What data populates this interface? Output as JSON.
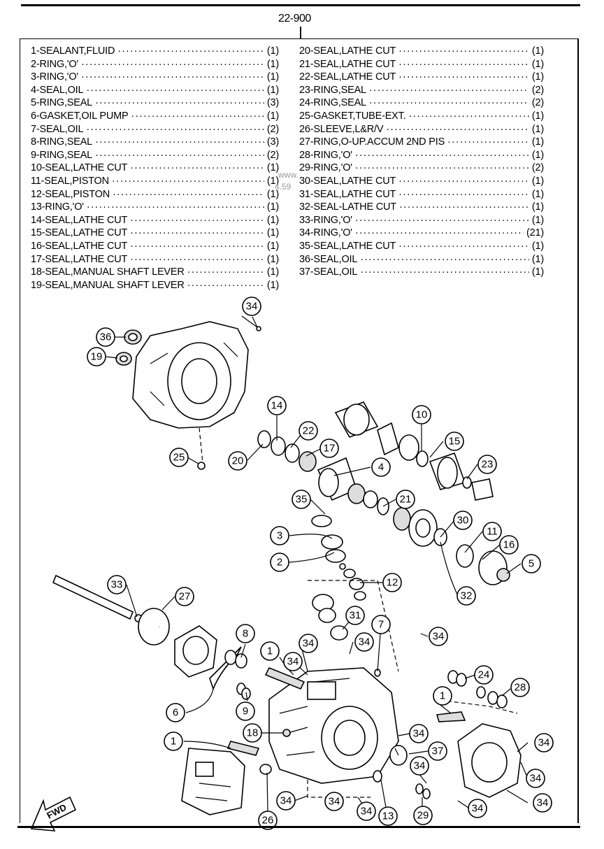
{
  "header": {
    "code": "22-900"
  },
  "watermark": {
    "line1": "www.",
    "line2": "4.59"
  },
  "parts_left": [
    {
      "name": "1-SEALANT,FLUID",
      "qty": "(1)"
    },
    {
      "name": "2-RING,'O'",
      "qty": "(1)"
    },
    {
      "name": "3-RING,'O'",
      "qty": "(1)"
    },
    {
      "name": "4-SEAL,OIL",
      "qty": "(1)"
    },
    {
      "name": "5-RING,SEAL",
      "qty": "(3)"
    },
    {
      "name": "6-GASKET,OIL PUMP",
      "qty": "(1)"
    },
    {
      "name": "7-SEAL,OIL",
      "qty": "(2)"
    },
    {
      "name": "8-RING,SEAL",
      "qty": "(3)"
    },
    {
      "name": "9-RING,SEAL",
      "qty": "(2)"
    },
    {
      "name": "10-SEAL,LATHE CUT",
      "qty": "(1)"
    },
    {
      "name": "11-SEAL,PISTON",
      "qty": "(1)"
    },
    {
      "name": "12-SEAL,PISTON",
      "qty": "(1)"
    },
    {
      "name": "13-RING,'O'",
      "qty": "(1)"
    },
    {
      "name": "14-SEAL,LATHE CUT",
      "qty": "(1)"
    },
    {
      "name": "15-SEAL,LATHE CUT",
      "qty": "(1)"
    },
    {
      "name": "16-SEAL,LATHE CUT",
      "qty": "(1)"
    },
    {
      "name": "17-SEAL,LATHE CUT",
      "qty": "(1)"
    },
    {
      "name": "18-SEAL,MANUAL SHAFT LEVER",
      "qty": "(1)"
    },
    {
      "name": "19-SEAL,MANUAL SHAFT LEVER",
      "qty": "(1)"
    }
  ],
  "parts_right": [
    {
      "name": "20-SEAL,LATHE CUT",
      "qty": "(1)"
    },
    {
      "name": "21-SEAL,LATHE CUT",
      "qty": "(1)"
    },
    {
      "name": "22-SEAL,LATHE CUT",
      "qty": "(1)"
    },
    {
      "name": "23-RING,SEAL",
      "qty": "(2)"
    },
    {
      "name": "24-RING,SEAL",
      "qty": "(2)"
    },
    {
      "name": "25-GASKET,TUBE-EXT.",
      "qty": "(1)"
    },
    {
      "name": "26-SLEEVE,L&R/V",
      "qty": "(1)"
    },
    {
      "name": "27-RING,O-UP.ACCUM 2ND PIS",
      "qty": "(1)"
    },
    {
      "name": "28-RING,'O'",
      "qty": "(1)"
    },
    {
      "name": "29-RING,'O'",
      "qty": "(2)"
    },
    {
      "name": "30-SEAL,LATHE CUT",
      "qty": "(1)"
    },
    {
      "name": "31-SEAL,LATHE CUT",
      "qty": "(1)"
    },
    {
      "name": "32-SEAL-LATHE CUT",
      "qty": "(1)"
    },
    {
      "name": "33-RING,'O'",
      "qty": "(1)"
    },
    {
      "name": "34-RING,'O'",
      "qty": "(21)"
    },
    {
      "name": "35-SEAL,LATHE CUT",
      "qty": "(1)"
    },
    {
      "name": "36-SEAL,OIL",
      "qty": "(1)"
    },
    {
      "name": "37-SEAL,OIL",
      "qty": "(1)"
    }
  ],
  "fwd_label": "FWD"
}
